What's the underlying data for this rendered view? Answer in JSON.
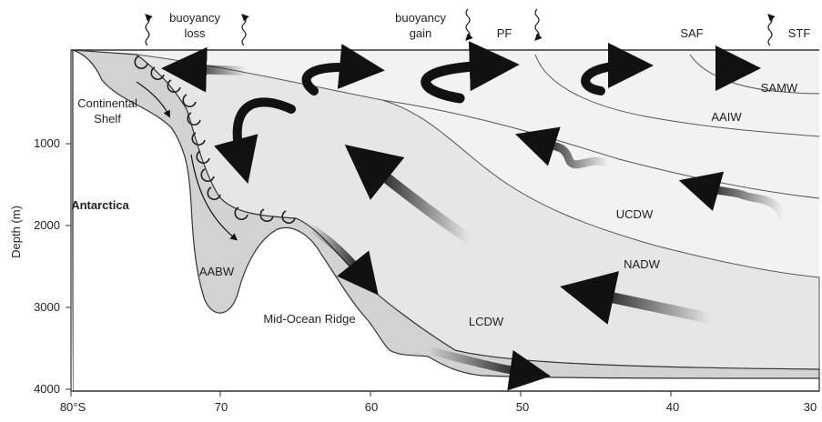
{
  "top_labels": {
    "buoyancy_loss": [
      "buoyancy",
      "loss"
    ],
    "buoyancy_gain": [
      "buoyancy",
      "gain"
    ],
    "pf": "PF",
    "saf": "SAF",
    "stf": "STF"
  },
  "region_labels": {
    "continental_shelf": [
      "Continental",
      "Shelf"
    ],
    "antarctica": "Antarctica",
    "aabw": "AABW",
    "mid_ocean_ridge": "Mid-Ocean Ridge",
    "lcdw": "LCDW",
    "nadw": "NADW",
    "ucdw": "UCDW",
    "aaiw": "AAIW",
    "samw": "SAMW"
  },
  "axes": {
    "ylabel": "Depth (m)",
    "y_ticks": [
      "1000",
      "2000",
      "3000",
      "4000"
    ],
    "x_ticks": [
      "80°S",
      "70",
      "60",
      "50",
      "40",
      "30"
    ]
  },
  "colors": {
    "water_light": "#f2f2f2",
    "water_mid": "#e3e3e3",
    "bottom_water": "#d0d0d0",
    "outline": "#333333",
    "arrow": "#111111"
  }
}
